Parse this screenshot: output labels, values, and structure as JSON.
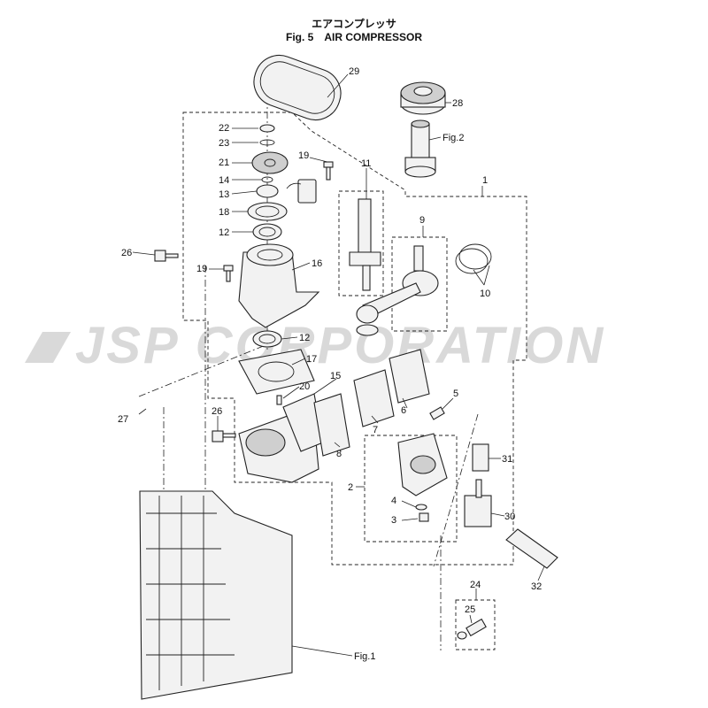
{
  "header": {
    "title_jp": "エアコンプレッサ",
    "fig_label": "Fig. 5",
    "title_en": "AIR COMPRESSOR"
  },
  "watermark": "JSP CORPORATION",
  "callouts": [
    {
      "id": "c1",
      "text": "1"
    },
    {
      "id": "c2",
      "text": "2"
    },
    {
      "id": "c3",
      "text": "3"
    },
    {
      "id": "c4",
      "text": "4"
    },
    {
      "id": "c5",
      "text": "5"
    },
    {
      "id": "c6",
      "text": "6"
    },
    {
      "id": "c7",
      "text": "7"
    },
    {
      "id": "c8",
      "text": "8"
    },
    {
      "id": "c9",
      "text": "9"
    },
    {
      "id": "c10",
      "text": "10"
    },
    {
      "id": "c11",
      "text": "11"
    },
    {
      "id": "c12a",
      "text": "12"
    },
    {
      "id": "c12b",
      "text": "12"
    },
    {
      "id": "c13",
      "text": "13"
    },
    {
      "id": "c14",
      "text": "14"
    },
    {
      "id": "c15",
      "text": "15"
    },
    {
      "id": "c16",
      "text": "16"
    },
    {
      "id": "c17",
      "text": "17"
    },
    {
      "id": "c18",
      "text": "18"
    },
    {
      "id": "c19a",
      "text": "19"
    },
    {
      "id": "c19b",
      "text": "19"
    },
    {
      "id": "c20",
      "text": "20"
    },
    {
      "id": "c21",
      "text": "21"
    },
    {
      "id": "c22",
      "text": "22"
    },
    {
      "id": "c23",
      "text": "23"
    },
    {
      "id": "c24",
      "text": "24"
    },
    {
      "id": "c25",
      "text": "25"
    },
    {
      "id": "c26a",
      "text": "26"
    },
    {
      "id": "c26b",
      "text": "26"
    },
    {
      "id": "c27",
      "text": "27"
    },
    {
      "id": "c28",
      "text": "28"
    },
    {
      "id": "c29",
      "text": "29"
    },
    {
      "id": "c30",
      "text": "30"
    },
    {
      "id": "c31",
      "text": "31"
    },
    {
      "id": "c32",
      "text": "32"
    },
    {
      "id": "fig2",
      "text": "Fig.2"
    },
    {
      "id": "fig1",
      "text": "Fig.1"
    }
  ]
}
